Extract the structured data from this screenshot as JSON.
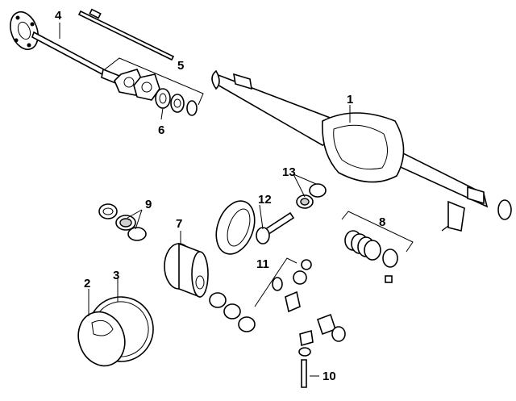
{
  "callouts": {
    "c1": "1",
    "c2": "2",
    "c3": "3",
    "c4": "4",
    "c5": "5",
    "c6": "6",
    "c7": "7",
    "c8": "8",
    "c9": "9",
    "c10": "10",
    "c11": "11",
    "c12": "12",
    "c13": "13"
  },
  "colors": {
    "ink": "#000000",
    "paper": "#ffffff",
    "shade": "#cfcfcf"
  }
}
